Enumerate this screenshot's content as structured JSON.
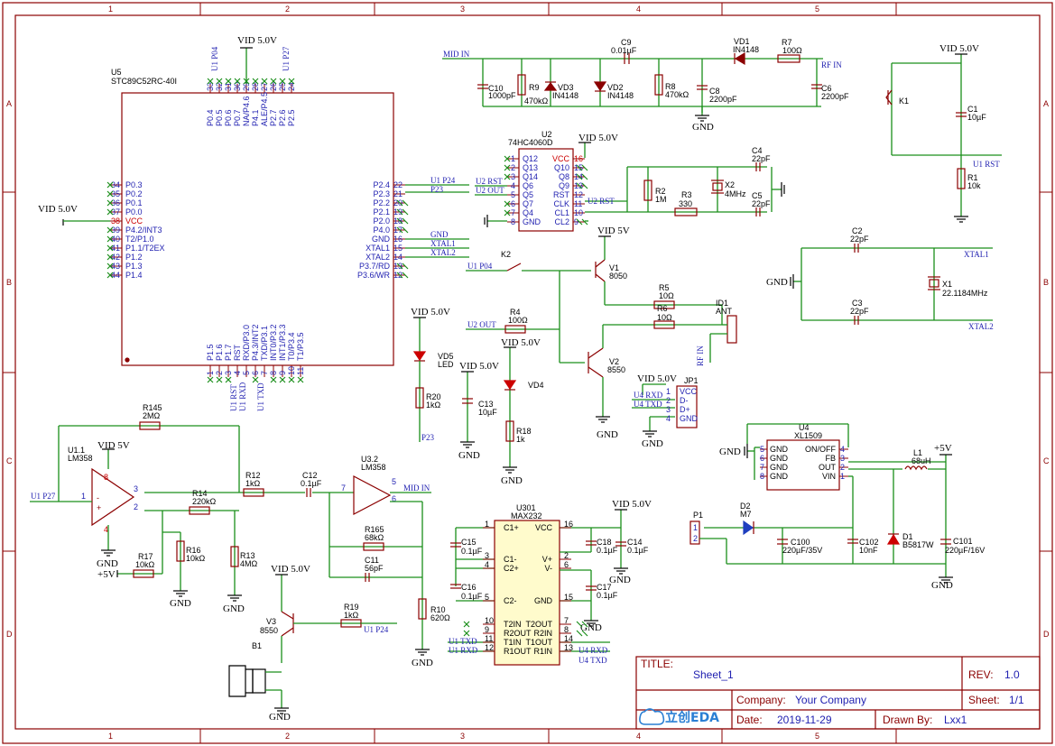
{
  "frame": {
    "columns": [
      "1",
      "2",
      "3",
      "4",
      "5"
    ],
    "rows": [
      "A",
      "B",
      "C",
      "D"
    ]
  },
  "title_block": {
    "title_label": "TITLE:",
    "title_value": "Sheet_1",
    "rev_label": "REV:",
    "rev_value": "1.0",
    "company_label": "Company:",
    "company_value": "Your Company",
    "sheet_label": "Sheet:",
    "sheet_value": "1/1",
    "date_label": "Date:",
    "date_value": "2019-11-29",
    "drawn_label": "Drawn By:",
    "drawn_value": "Lxx1",
    "logo_text": "立创EDA"
  },
  "power": {
    "vid50": "VID 5.0V",
    "vid5v": "VID 5V",
    "gnd": "GND",
    "plus5v": "+5V"
  },
  "u5": {
    "ref": "U5",
    "part": "STC89C52RC-40I",
    "top_pins": [
      "P0.4",
      "P0.5",
      "P0.6",
      "P0.7",
      "NA/P4.6",
      "P4.1",
      "ALE/P4.5",
      "P2.7",
      "P2.6",
      "P2.5"
    ],
    "top_nums": [
      "33",
      "32",
      "31",
      "30",
      "29",
      "28",
      "27",
      "26",
      "25",
      "24"
    ],
    "left_pins": [
      "P0.3",
      "P0.2",
      "P0.1",
      "P0.0",
      "VCC",
      "P4.2/INT3",
      "T2/P1.0",
      "P1.1/T2EX",
      "P1.2",
      "P1.3",
      "P1.4"
    ],
    "left_nums": [
      "34",
      "35",
      "36",
      "37",
      "38",
      "39",
      "40",
      "41",
      "42",
      "43",
      "44"
    ],
    "right_pins": [
      "P2.4",
      "P2.3",
      "P2.2",
      "P2.1",
      "P2.0",
      "P4.0",
      "GND",
      "XTAL1",
      "XTAL2",
      "P3.7/RD",
      "P3.6/WR"
    ],
    "right_nums": [
      "22",
      "21",
      "20",
      "19",
      "18",
      "17",
      "16",
      "15",
      "14",
      "13",
      "12"
    ],
    "bottom_pins": [
      "P1.5",
      "P1.6",
      "P1.7",
      "RST",
      "RXD/P3.0",
      "P4.3/INT2",
      "TXD/P3.1",
      "INT0/P3.2",
      "INT1/P3.3",
      "T0/P3.4",
      "T1/P3.5"
    ],
    "bottom_nums": [
      "1",
      "2",
      "3",
      "4",
      "5",
      "6",
      "7",
      "8",
      "9",
      "10",
      "11"
    ],
    "net_top": [
      "U1 P04",
      "U1 P27"
    ],
    "net_right": [
      "U1 P24",
      "P23",
      "GND",
      "XTAL1",
      "XTAL2"
    ],
    "net_bottom": [
      "U1 RST",
      "U1 RXD",
      "U1 TXD"
    ]
  },
  "u2": {
    "ref": "U2",
    "part": "74HC4060D",
    "left_pins": [
      "Q12",
      "Q13",
      "Q14",
      "Q6",
      "Q5",
      "Q7",
      "Q4",
      "GND"
    ],
    "right_pins": [
      "VCC",
      "Q10",
      "Q8",
      "Q9",
      "RST",
      "CLK",
      "CL1",
      "CL2"
    ],
    "left_nums": [
      "1",
      "2",
      "3",
      "4",
      "5",
      "6",
      "7",
      "8"
    ],
    "right_nums": [
      "16",
      "15",
      "14",
      "13",
      "12",
      "11",
      "10",
      "9"
    ],
    "nets": [
      "U2 RST",
      "U2 OUT",
      "U2 RST"
    ]
  },
  "top_rf": {
    "mid_in": "MID IN",
    "rf_in": "RF IN",
    "parts": [
      {
        "ref": "C10",
        "val": "1000pF"
      },
      {
        "ref": "R9",
        "val": "470kΩ"
      },
      {
        "ref": "VD3",
        "val": "IN4148"
      },
      {
        "ref": "VD2",
        "val": "IN4148"
      },
      {
        "ref": "C9",
        "val": "0.01µF"
      },
      {
        "ref": "R8",
        "val": "470kΩ"
      },
      {
        "ref": "C8",
        "val": "2200pF"
      },
      {
        "ref": "VD1",
        "val": "IN4148"
      },
      {
        "ref": "R7",
        "val": "100Ω"
      },
      {
        "ref": "C6",
        "val": "2200pF"
      }
    ]
  },
  "osc": {
    "r2": {
      "ref": "R2",
      "val": "1M"
    },
    "r3": {
      "ref": "R3",
      "val": "330"
    },
    "x2": {
      "ref": "X2",
      "val": "4MHz"
    },
    "c4": {
      "ref": "C4",
      "val": "22pF"
    },
    "c5": {
      "ref": "C5",
      "val": "22pF"
    }
  },
  "reset": {
    "k1": "K1",
    "c1": {
      "ref": "C1",
      "val": "10µF"
    },
    "r1": {
      "ref": "R1",
      "val": "10k"
    },
    "net": "U1 RST"
  },
  "xtal": {
    "c2": {
      "ref": "C2",
      "val": "22pF"
    },
    "c3": {
      "ref": "C3",
      "val": "22pF"
    },
    "x1": {
      "ref": "X1",
      "val": "22.1184MHz"
    },
    "xtal1": "XTAL1",
    "xtal2": "XTAL2"
  },
  "tx": {
    "k2": "K2",
    "u1p04": "U1 P04",
    "v1": {
      "ref": "V1",
      "val": "8050"
    },
    "r5": {
      "ref": "R5",
      "val": "10Ω"
    },
    "r6": {
      "ref": "R6",
      "val": "10Ω"
    },
    "id1": {
      "ref": "ID1",
      "val": "ANT"
    },
    "u2out": "U2 OUT",
    "r4": {
      "ref": "R4",
      "val": "100Ω"
    },
    "v2": {
      "ref": "V2",
      "val": "8550"
    },
    "rf_in": "RF IN"
  },
  "leds": {
    "vd5": {
      "ref": "VD5",
      "val": "LED"
    },
    "r20": {
      "ref": "R20",
      "val": "1kΩ"
    },
    "p23": "P23",
    "c13": {
      "ref": "C13",
      "val": "10µF"
    },
    "vd4": {
      "ref": "VD4"
    },
    "r18": {
      "ref": "R18",
      "val": "1k"
    }
  },
  "jp1": {
    "ref": "JP1",
    "pins": [
      "VCC",
      "D-",
      "D+",
      "GND"
    ],
    "nums": [
      "1",
      "2",
      "3",
      "4"
    ],
    "nets": [
      "U4 RXD",
      "U4 TXD"
    ]
  },
  "u4": {
    "ref": "U4",
    "part": "XL1509",
    "left_pins": [
      "GND",
      "GND",
      "GND",
      "GND"
    ],
    "left_nums": [
      "5",
      "6",
      "7",
      "8"
    ],
    "right_pins": [
      "ON/OFF",
      "FB",
      "OUT",
      "VIN"
    ],
    "right_nums": [
      "4",
      "3",
      "2",
      "1"
    ],
    "l1": {
      "ref": "L1",
      "val": "68uH"
    },
    "d1": {
      "ref": "D1",
      "val": "B5817W"
    },
    "c101": {
      "ref": "C101",
      "val": "220µF/16V"
    },
    "c102": {
      "ref": "C102",
      "val": "10nF"
    },
    "c100": {
      "ref": "C100",
      "val": "220µF/35V"
    },
    "d2": {
      "ref": "D2",
      "val": "M7"
    },
    "p1": {
      "ref": "P1",
      "nums": [
        "1",
        "2"
      ]
    }
  },
  "amp": {
    "u11": {
      "ref": "U1.1",
      "val": "LM358"
    },
    "r145": {
      "ref": "R145",
      "val": "2MΩ"
    },
    "r14": {
      "ref": "R14",
      "val": "220kΩ"
    },
    "r12": {
      "ref": "R12",
      "val": "1kΩ"
    },
    "c12": {
      "ref": "C12",
      "val": "0.1µF"
    },
    "r16": {
      "ref": "R16",
      "val": "10kΩ"
    },
    "r13": {
      "ref": "R13",
      "val": "4MΩ"
    },
    "r17": {
      "ref": "R17",
      "val": "10kΩ"
    },
    "u32": {
      "ref": "U3.2",
      "val": "LM358"
    },
    "r165": {
      "ref": "R165",
      "val": "68kΩ"
    },
    "c11": {
      "ref": "C11",
      "val": "56pF"
    },
    "r10": {
      "ref": "R10",
      "val": "620Ω"
    },
    "u1p27": "U1 P27",
    "mid_in": "MID IN"
  },
  "buzzer": {
    "v3": {
      "ref": "V3",
      "val": "8550"
    },
    "r19": {
      "ref": "R19",
      "val": "1kΩ"
    },
    "b1": "B1",
    "net": "U1 P24"
  },
  "u301": {
    "ref": "U301",
    "part": "MAX232",
    "left_pins": [
      "C1+",
      "C1-",
      "C2+",
      "C2-",
      "T2IN",
      "R2OUT",
      "T1IN",
      "R1OUT"
    ],
    "left_nums": [
      "1",
      "3",
      "4",
      "5",
      "10",
      "9",
      "11",
      "12"
    ],
    "right_pins": [
      "VCC",
      "V+",
      "V-",
      "GND",
      "T2OUT",
      "R2IN",
      "T1OUT",
      "R1IN"
    ],
    "right_nums": [
      "16",
      "2",
      "6",
      "15",
      "7",
      "8",
      "14",
      "13"
    ],
    "caps": [
      {
        "ref": "C15",
        "val": "0.1µF"
      },
      {
        "ref": "C16",
        "val": "0.1µF"
      },
      {
        "ref": "C18",
        "val": "0.1µF"
      },
      {
        "ref": "C14",
        "val": "0.1µF"
      },
      {
        "ref": "C17",
        "val": "0.1µF"
      }
    ],
    "nets": [
      "U1 TXD",
      "U1 RXD",
      "U4 RXD",
      "U4 TXD"
    ]
  }
}
